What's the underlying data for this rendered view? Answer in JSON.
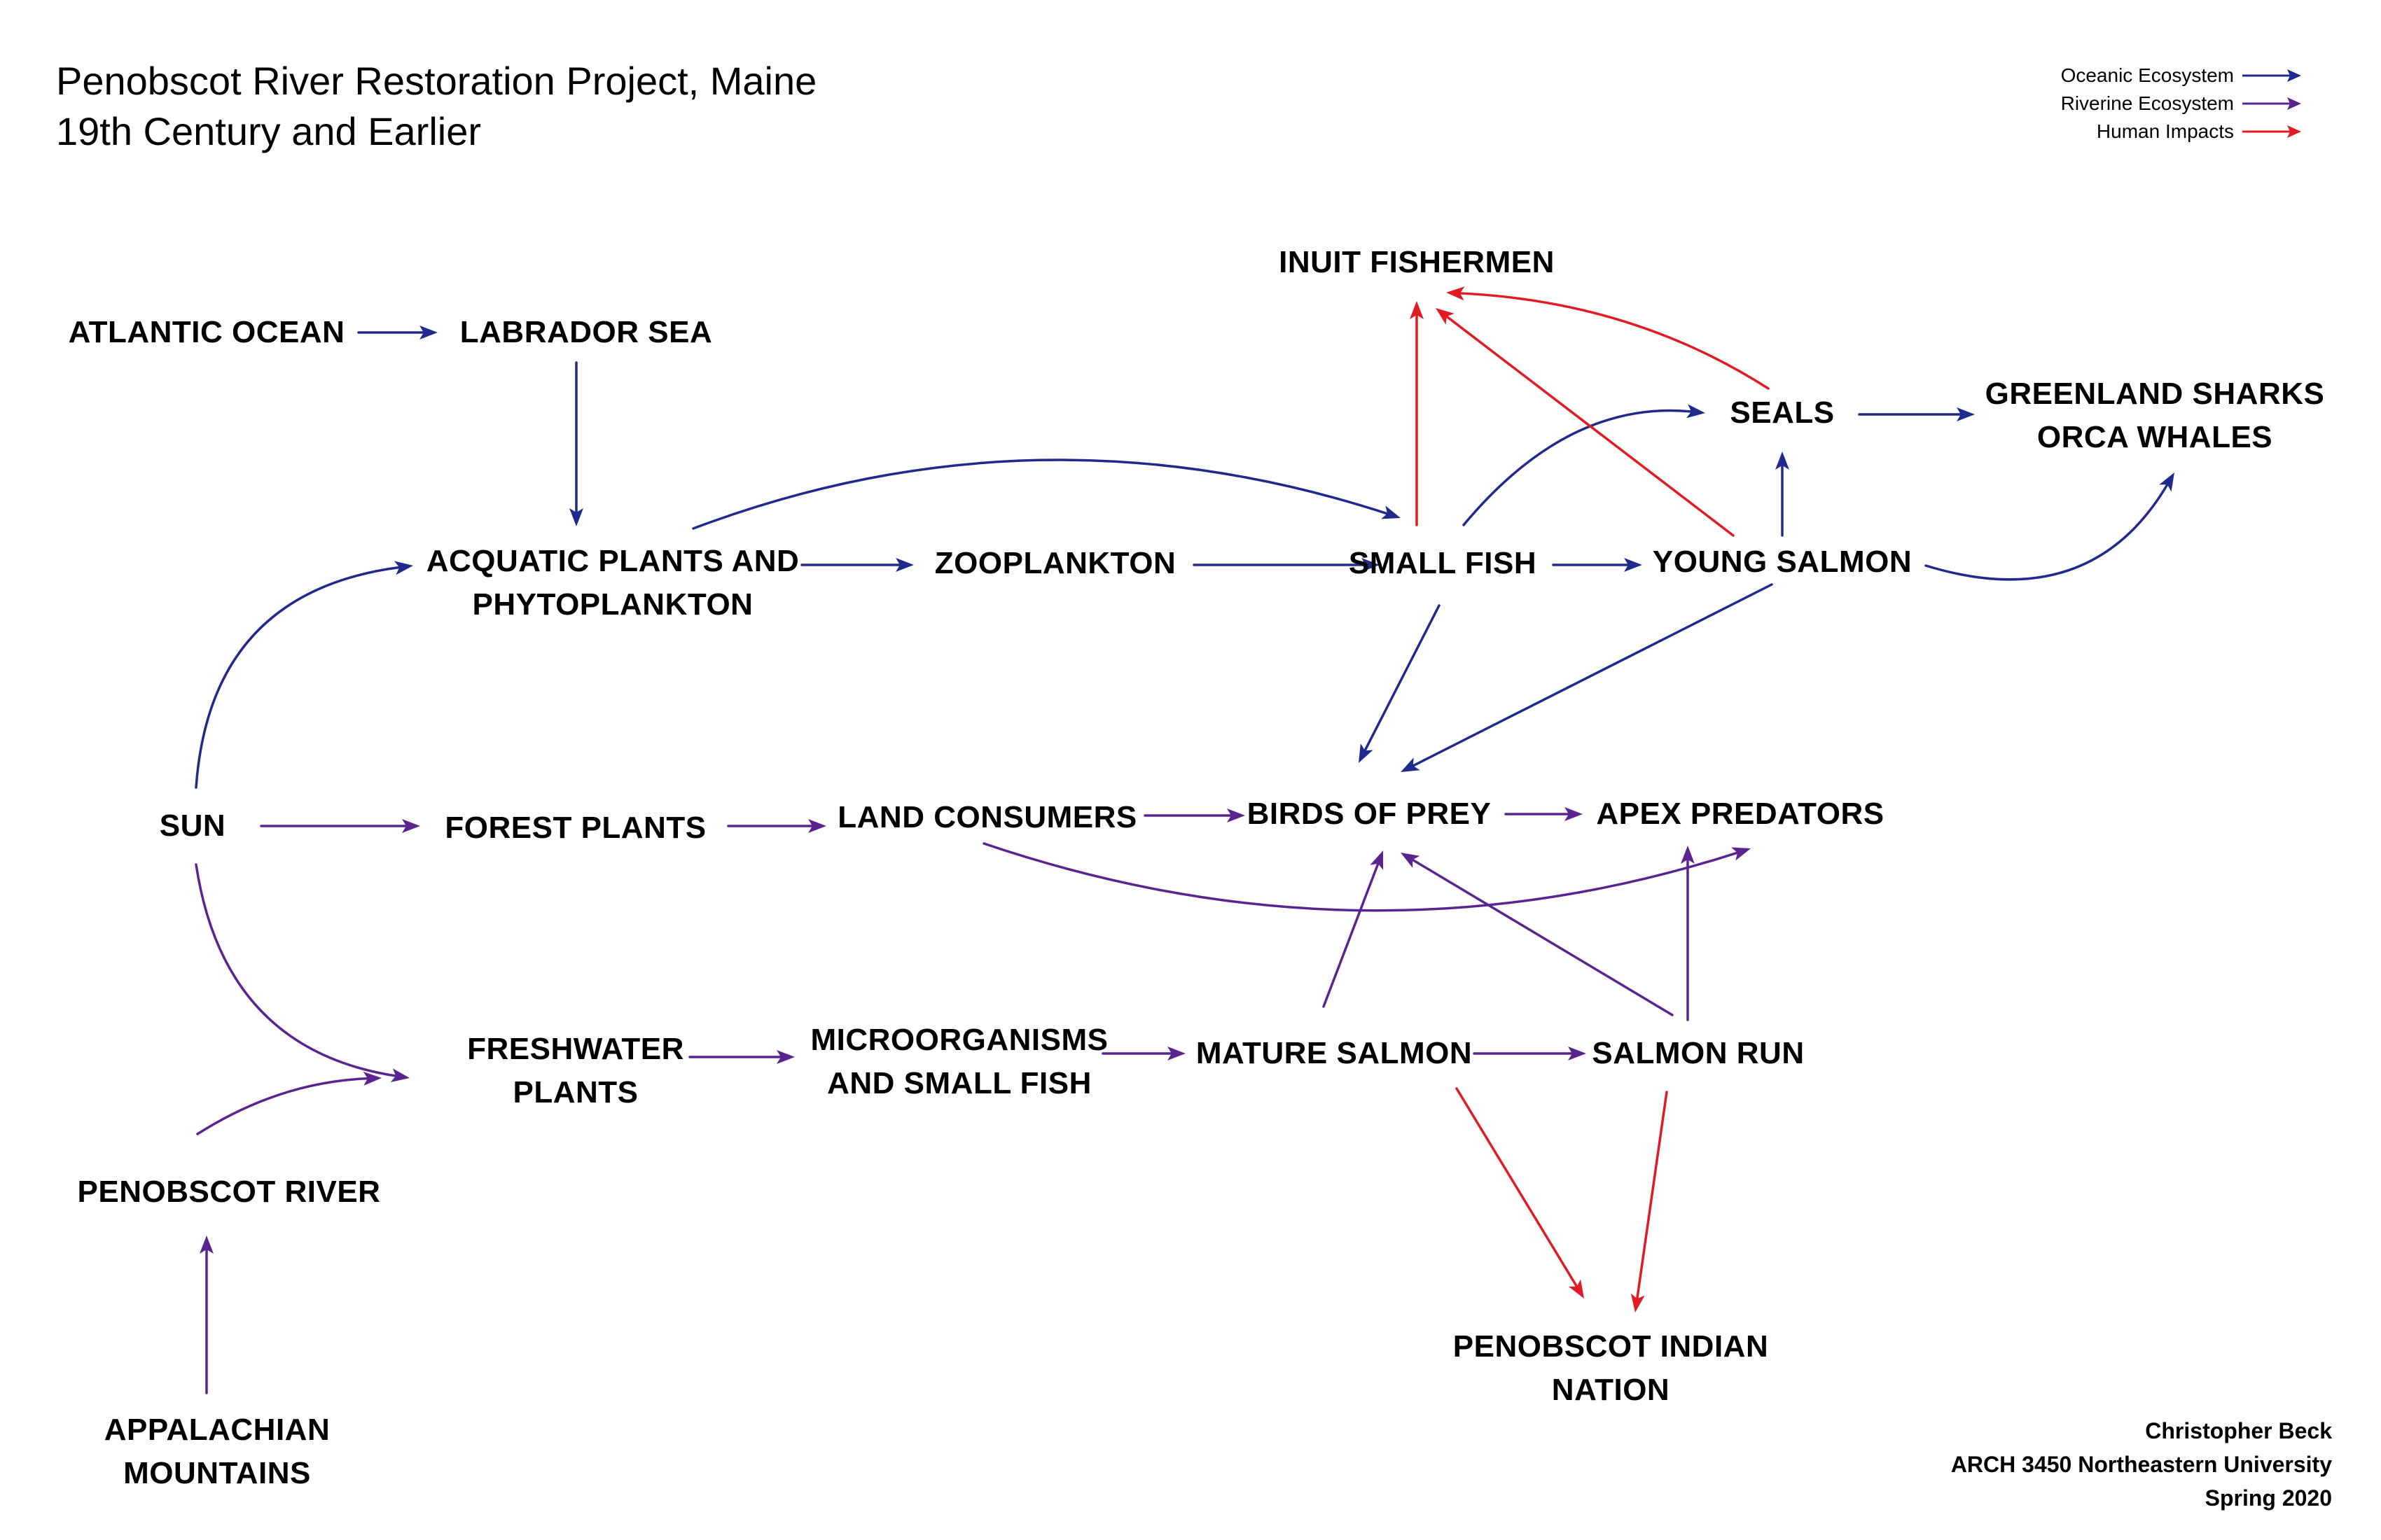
{
  "title": {
    "line1": "Penobscot River Restoration Project, Maine",
    "line2": "19th Century and Earlier"
  },
  "colors": {
    "oceanic": "#1f2a8c",
    "riverine": "#5a2490",
    "human": "#e01b24"
  },
  "legend": [
    {
      "label": "Oceanic Ecosystem",
      "color": "#1f2a8c"
    },
    {
      "label": "Riverine Ecosystem",
      "color": "#5a2490"
    },
    {
      "label": "Human Impacts",
      "color": "#e01b24"
    }
  ],
  "nodes": [
    {
      "id": "atlantic-ocean",
      "lines": [
        "ATLANTIC OCEAN"
      ]
    },
    {
      "id": "labrador-sea",
      "lines": [
        "LABRADOR SEA"
      ]
    },
    {
      "id": "inuit-fishermen",
      "lines": [
        "INUIT FISHERMEN"
      ]
    },
    {
      "id": "seals",
      "lines": [
        "SEALS"
      ]
    },
    {
      "id": "greenland-sharks",
      "lines": [
        "GREENLAND SHARKS",
        "ORCA WHALES"
      ]
    },
    {
      "id": "aquatic-plants",
      "lines": [
        "ACQUATIC PLANTS AND",
        "PHYTOPLANKTON"
      ]
    },
    {
      "id": "zooplankton",
      "lines": [
        "ZOOPLANKTON"
      ]
    },
    {
      "id": "small-fish",
      "lines": [
        "SMALL FISH"
      ]
    },
    {
      "id": "young-salmon",
      "lines": [
        "YOUNG SALMON"
      ]
    },
    {
      "id": "sun",
      "lines": [
        "SUN"
      ]
    },
    {
      "id": "forest-plants",
      "lines": [
        "FOREST PLANTS"
      ]
    },
    {
      "id": "land-consumers",
      "lines": [
        "LAND CONSUMERS"
      ]
    },
    {
      "id": "birds-of-prey",
      "lines": [
        "BIRDS OF PREY"
      ]
    },
    {
      "id": "apex-predators",
      "lines": [
        "APEX PREDATORS"
      ]
    },
    {
      "id": "freshwater-plants",
      "lines": [
        "FRESHWATER",
        "PLANTS"
      ]
    },
    {
      "id": "microorganisms",
      "lines": [
        "MICROORGANISMS",
        "AND SMALL FISH"
      ]
    },
    {
      "id": "mature-salmon",
      "lines": [
        "MATURE SALMON"
      ]
    },
    {
      "id": "salmon-run",
      "lines": [
        "SALMON RUN"
      ]
    },
    {
      "id": "penobscot-river",
      "lines": [
        "PENOBSCOT RIVER"
      ]
    },
    {
      "id": "penobscot-nation",
      "lines": [
        "PENOBSCOT INDIAN",
        "NATION"
      ]
    },
    {
      "id": "appalachian-mountains",
      "lines": [
        "APPALACHIAN",
        "MOUNTAINS"
      ]
    }
  ],
  "edges": [
    {
      "from": "atlantic-ocean",
      "to": "labrador-sea",
      "kind": "oceanic"
    },
    {
      "from": "labrador-sea",
      "to": "aquatic-plants",
      "kind": "oceanic"
    },
    {
      "from": "aquatic-plants",
      "to": "zooplankton",
      "kind": "oceanic"
    },
    {
      "from": "zooplankton",
      "to": "small-fish",
      "kind": "oceanic"
    },
    {
      "from": "small-fish",
      "to": "young-salmon",
      "kind": "oceanic"
    },
    {
      "from": "aquatic-plants",
      "to": "small-fish",
      "kind": "oceanic"
    },
    {
      "from": "small-fish",
      "to": "seals",
      "kind": "oceanic"
    },
    {
      "from": "young-salmon",
      "to": "seals",
      "kind": "oceanic"
    },
    {
      "from": "seals",
      "to": "greenland-sharks",
      "kind": "oceanic"
    },
    {
      "from": "young-salmon",
      "to": "greenland-sharks",
      "kind": "oceanic"
    },
    {
      "from": "small-fish",
      "to": "birds-of-prey",
      "kind": "oceanic"
    },
    {
      "from": "young-salmon",
      "to": "birds-of-prey",
      "kind": "oceanic"
    },
    {
      "from": "sun",
      "to": "aquatic-plants",
      "kind": "oceanic"
    },
    {
      "from": "sun",
      "to": "forest-plants",
      "kind": "riverine"
    },
    {
      "from": "forest-plants",
      "to": "land-consumers",
      "kind": "riverine"
    },
    {
      "from": "land-consumers",
      "to": "birds-of-prey",
      "kind": "riverine"
    },
    {
      "from": "birds-of-prey",
      "to": "apex-predators",
      "kind": "riverine"
    },
    {
      "from": "land-consumers",
      "to": "apex-predators",
      "kind": "riverine"
    },
    {
      "from": "sun",
      "to": "freshwater-plants",
      "kind": "riverine"
    },
    {
      "from": "penobscot-river",
      "to": "freshwater-plants",
      "kind": "riverine"
    },
    {
      "from": "appalachian-mountains",
      "to": "penobscot-river",
      "kind": "riverine"
    },
    {
      "from": "freshwater-plants",
      "to": "microorganisms",
      "kind": "riverine"
    },
    {
      "from": "microorganisms",
      "to": "mature-salmon",
      "kind": "riverine"
    },
    {
      "from": "mature-salmon",
      "to": "salmon-run",
      "kind": "riverine"
    },
    {
      "from": "mature-salmon",
      "to": "birds-of-prey",
      "kind": "riverine"
    },
    {
      "from": "salmon-run",
      "to": "birds-of-prey",
      "kind": "riverine"
    },
    {
      "from": "salmon-run",
      "to": "apex-predators",
      "kind": "riverine"
    },
    {
      "from": "small-fish",
      "to": "inuit-fishermen",
      "kind": "human"
    },
    {
      "from": "young-salmon",
      "to": "inuit-fishermen",
      "kind": "human"
    },
    {
      "from": "seals",
      "to": "inuit-fishermen",
      "kind": "human"
    },
    {
      "from": "mature-salmon",
      "to": "penobscot-nation",
      "kind": "human"
    },
    {
      "from": "salmon-run",
      "to": "penobscot-nation",
      "kind": "human"
    }
  ],
  "credit": {
    "line1": "Christopher Beck",
    "line2": "ARCH 3450 Northeastern University",
    "line3": "Spring 2020"
  }
}
